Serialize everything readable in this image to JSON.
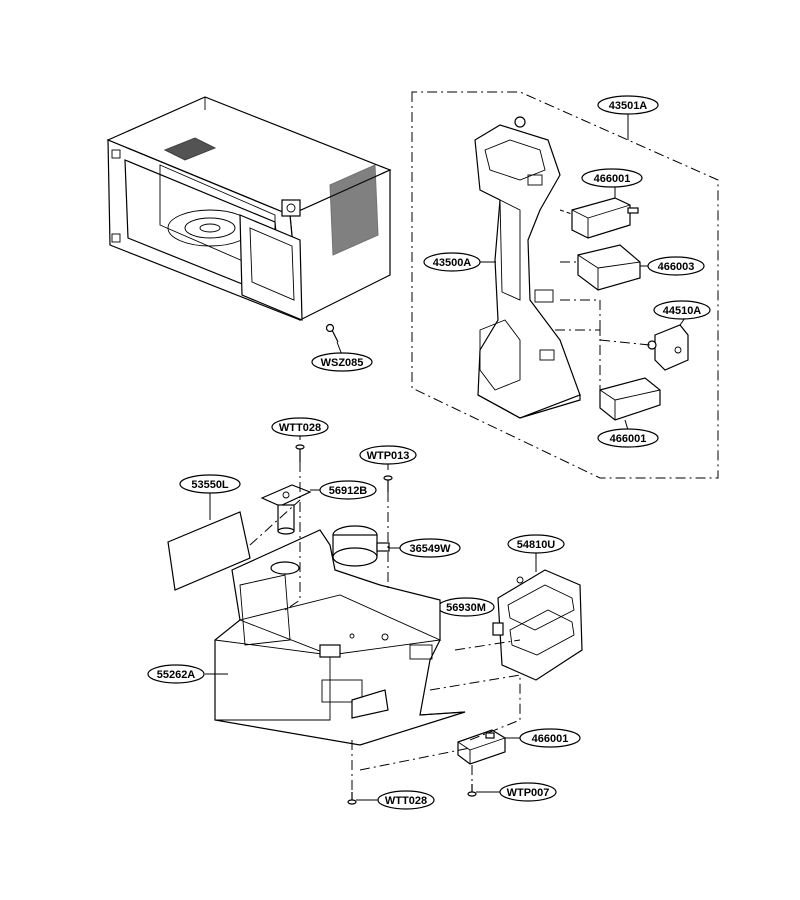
{
  "labels": {
    "wsz085": "WSZ085",
    "p43501a": "43501A",
    "p43500a": "43500A",
    "p466001_a": "466001",
    "p466003": "466003",
    "p44510a": "44510A",
    "p466001_b": "466001",
    "wtt028_top": "WTT028",
    "wtp013": "WTP013",
    "p53550l": "53550L",
    "p56912b": "56912B",
    "p36549w": "36549W",
    "p54810u": "54810U",
    "p56930m": "56930M",
    "p55262a": "55262A",
    "p466001_c": "466001",
    "wtt028_bottom": "WTT028",
    "wtp007": "WTP007"
  }
}
